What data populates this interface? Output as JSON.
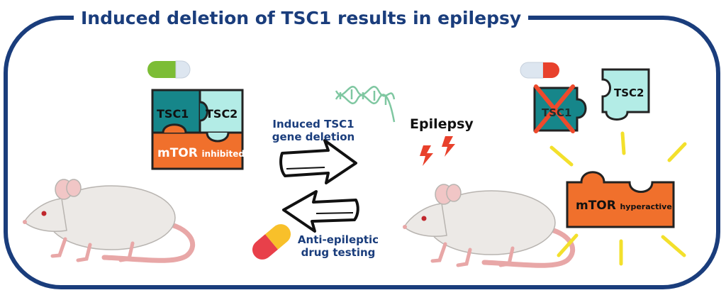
{
  "title": "Induced deletion of TSC1 results in epilepsy",
  "left_panel": {
    "tsc1_label": "TSC1",
    "tsc2_label": "TSC2",
    "mtor_label": "mTOR",
    "mtor_state": "inhibited"
  },
  "middle": {
    "forward_label_line1": "Induced TSC1",
    "forward_label_line2": "gene deletion",
    "reverse_label_line1": "Anti-epileptic",
    "reverse_label_line2": "drug testing"
  },
  "right_panel": {
    "epilepsy_label": "Epilepsy",
    "tsc1_label": "TSC1",
    "tsc2_label": "TSC2",
    "mtor_label": "mTOR",
    "mtor_state": "hyperactive"
  },
  "colors": {
    "frame": "#1a3d7c",
    "tsc1": "#16868a",
    "tsc2": "#b3ece6",
    "mtor": "#f0702c",
    "cross": "#ee4a2c",
    "rays": "#f3e02c",
    "bolt": "#e8412c"
  }
}
